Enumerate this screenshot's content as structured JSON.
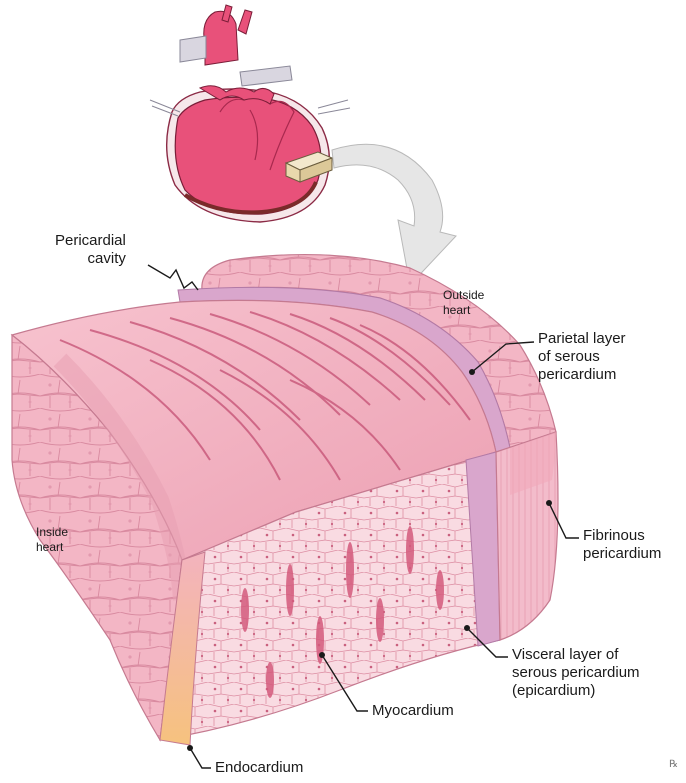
{
  "labels": {
    "pericardial_cavity": [
      "Pericardial",
      "cavity"
    ],
    "outside_heart": [
      "Outside",
      "heart"
    ],
    "parietal_layer": [
      "Parietal layer",
      "of serous",
      "pericardium"
    ],
    "inside_heart": [
      "Inside",
      "heart"
    ],
    "fibrinous": [
      "Fibrinous",
      "pericardium"
    ],
    "visceral_layer": [
      "Visceral layer of",
      "serous pericardium",
      "(epicardium)"
    ],
    "myocardium": "Myocardium",
    "endocardium": "Endocardium"
  },
  "watermark": "℞",
  "colors": {
    "heart": "#e8517a",
    "heart_dark": "#c23a60",
    "tissue": "#f4b6c4",
    "tissue_dark": "#e592a8",
    "pericardium": "#d9a6cc",
    "endocardium": "#f4c07a",
    "arrow": "#e6e6e6"
  }
}
